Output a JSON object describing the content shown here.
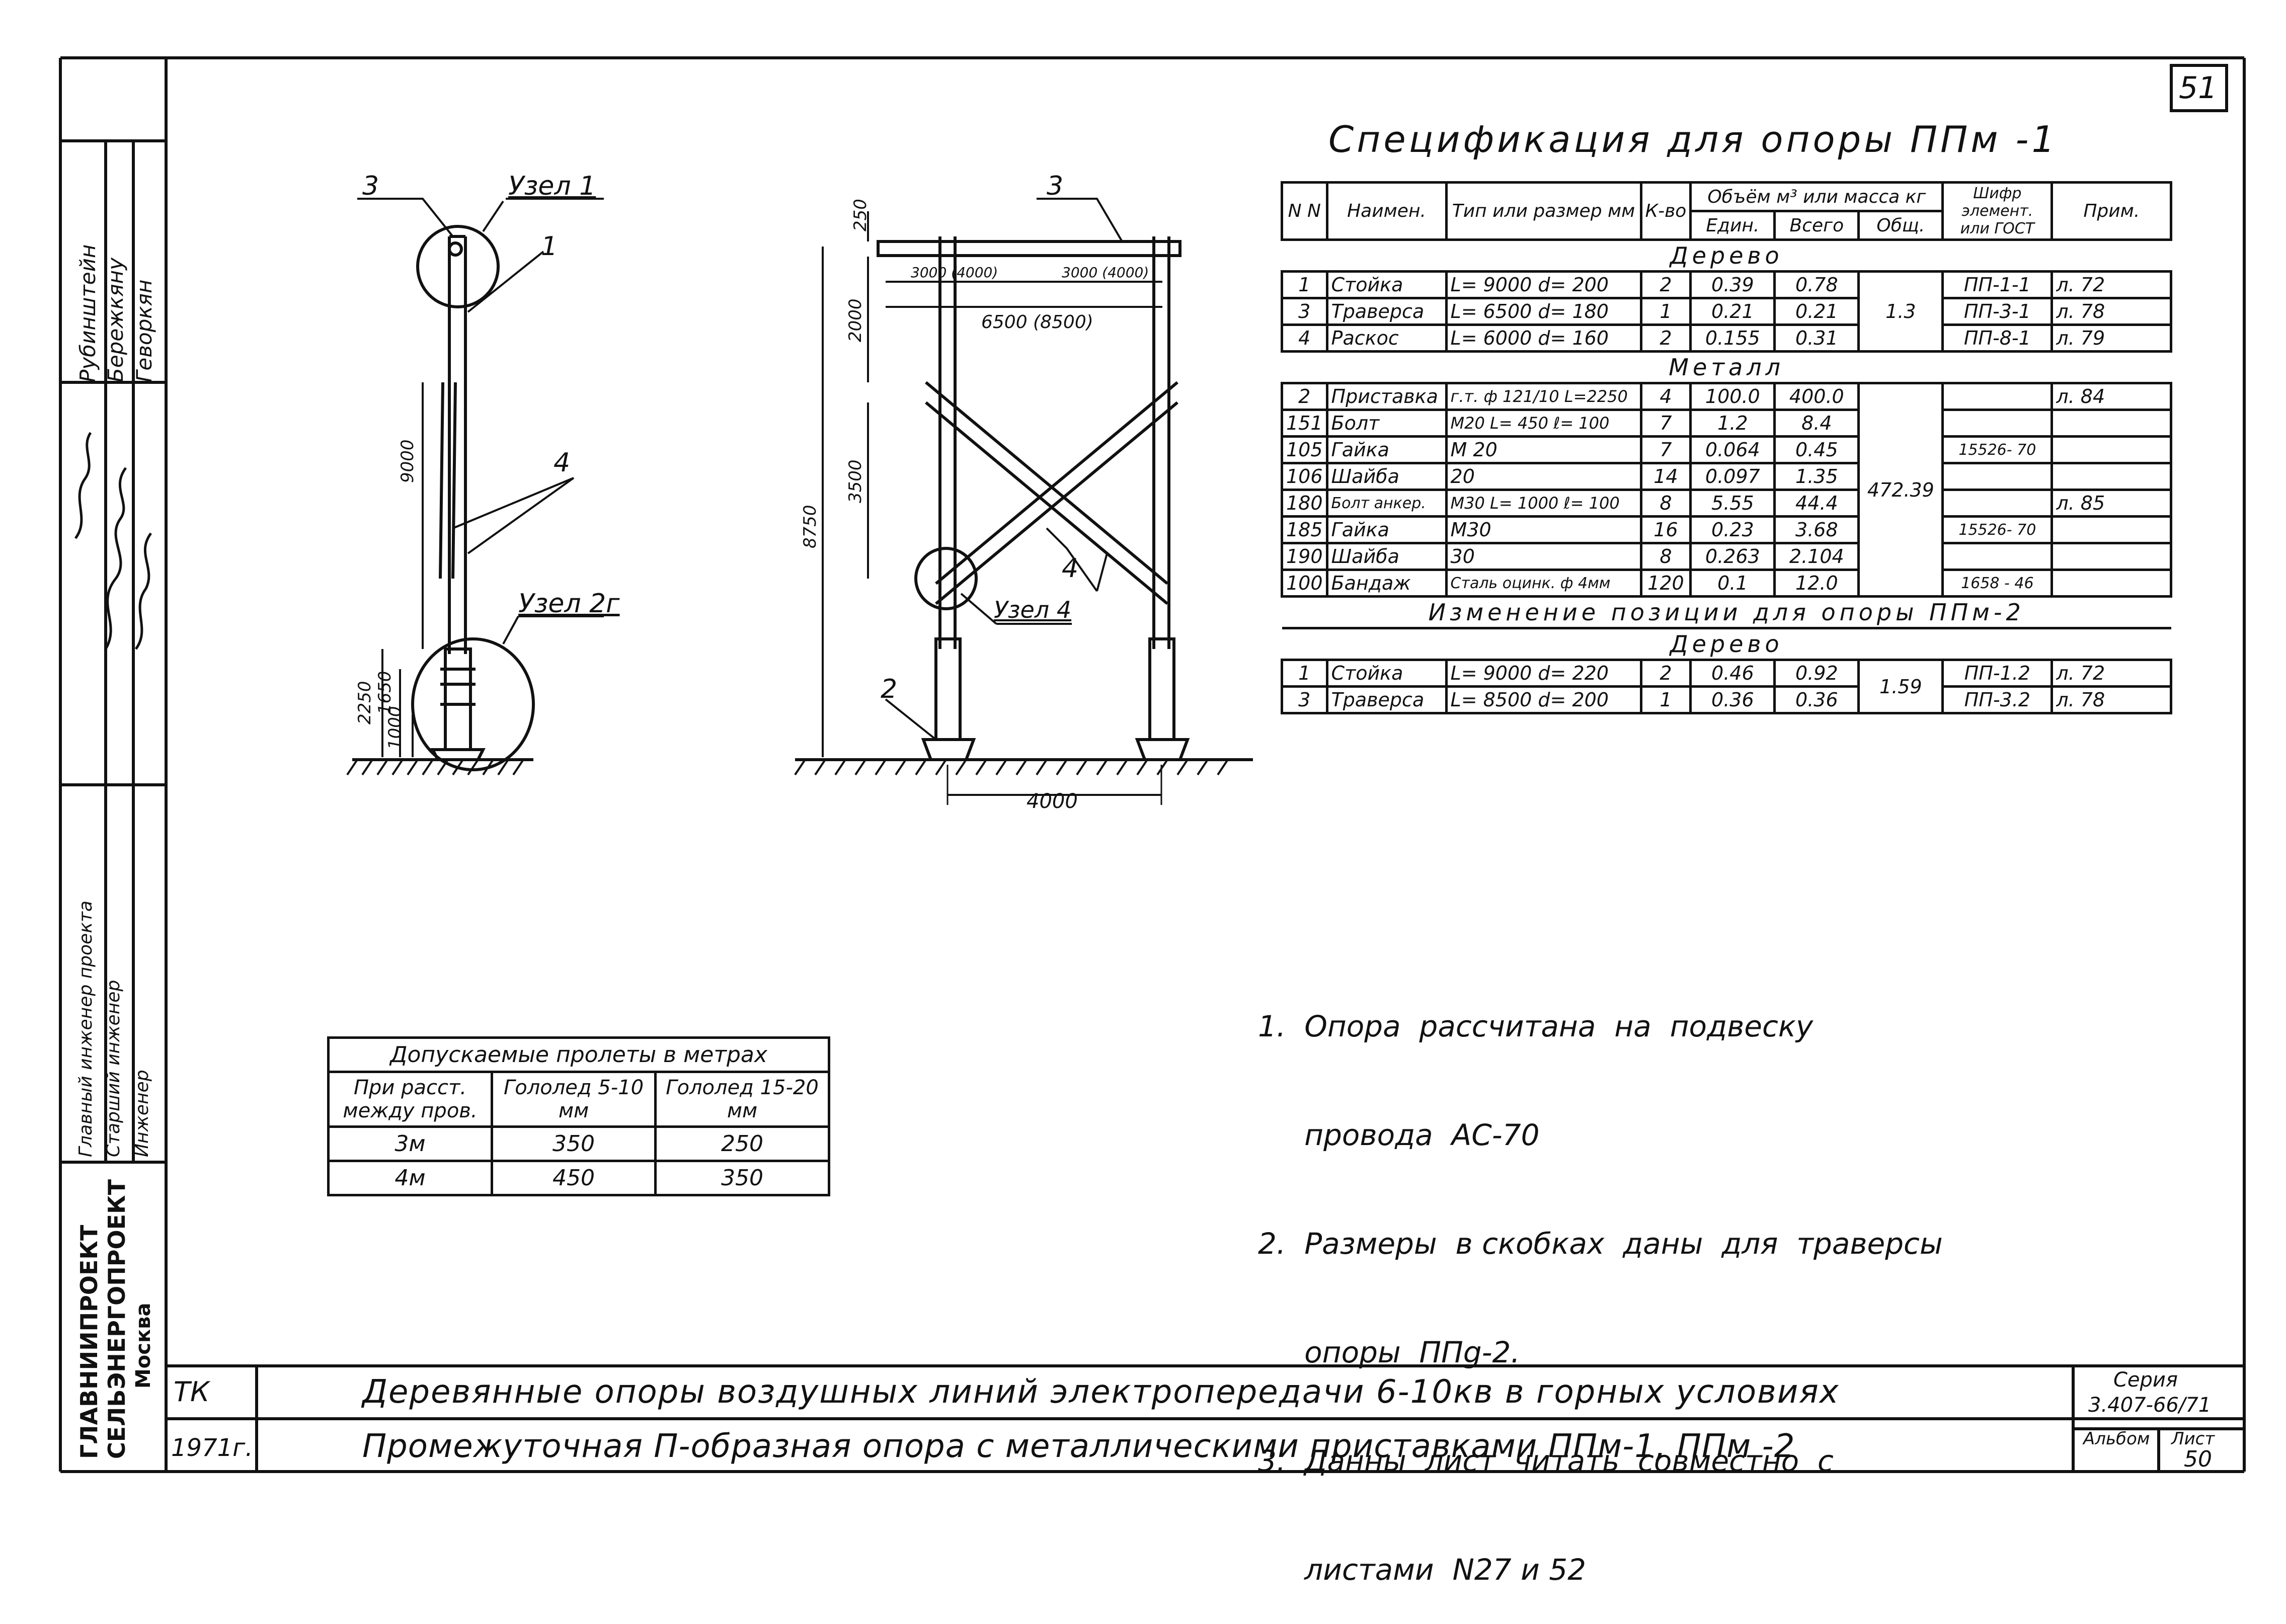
{
  "page_number": "51",
  "spec": {
    "title": "Спецификация  для опоры  ППм -1",
    "headers": {
      "n": "N N",
      "name": "Наимен.",
      "type": "Тип или размер мм",
      "qty": "К-во",
      "vol": "Объём м³ или масса кг",
      "unit": "Един.",
      "total": "Всего",
      "common": "Общ.",
      "code": "Шифр элемент. или ГОСТ",
      "note": "Прим."
    },
    "sections": [
      {
        "title": "Дерево",
        "rows": [
          {
            "n": "1",
            "name": "Стойка",
            "type": "L= 9000  d= 200",
            "qty": "2",
            "unit": "0.39",
            "total": "0.78",
            "code": "ПП-1-1",
            "note": "л. 72"
          },
          {
            "n": "3",
            "name": "Траверса",
            "type": "L= 6500  d= 180",
            "qty": "1",
            "unit": "0.21",
            "total": "0.21",
            "code": "ПП-3-1",
            "note": "л. 78"
          },
          {
            "n": "4",
            "name": "Раскос",
            "type": "L= 6000   d= 160",
            "qty": "2",
            "unit": "0.155",
            "total": "0.31",
            "code": "ПП-8-1",
            "note": "л. 79"
          }
        ],
        "common": "1.3"
      },
      {
        "title": "Металл",
        "rows": [
          {
            "n": "2",
            "name": "Приставка",
            "type": "г.т. ф 121/10 L=2250",
            "qty": "4",
            "unit": "100.0",
            "total": "400.0",
            "code": "",
            "note": "л. 84"
          },
          {
            "n": "151",
            "name": "Болт",
            "type": "М20  L= 450  ℓ= 100",
            "qty": "7",
            "unit": "1.2",
            "total": "8.4",
            "code": "",
            "note": ""
          },
          {
            "n": "105",
            "name": "Гайка",
            "type": "М 20",
            "qty": "7",
            "unit": "0.064",
            "total": "0.45",
            "code": "15526- 70",
            "note": ""
          },
          {
            "n": "106",
            "name": "Шайба",
            "type": "20",
            "qty": "14",
            "unit": "0.097",
            "total": "1.35",
            "code": "",
            "note": ""
          },
          {
            "n": "180",
            "name": "Болт анкер.",
            "type": "М30 L= 1000  ℓ= 100",
            "qty": "8",
            "unit": "5.55",
            "total": "44.4",
            "code": "",
            "note": "л. 85"
          },
          {
            "n": "185",
            "name": "Гайка",
            "type": "М30",
            "qty": "16",
            "unit": "0.23",
            "total": "3.68",
            "code": "15526- 70",
            "note": ""
          },
          {
            "n": "190",
            "name": "Шайба",
            "type": "30",
            "qty": "8",
            "unit": "0.263",
            "total": "2.104",
            "code": "",
            "note": ""
          },
          {
            "n": "100",
            "name": "Бандаж",
            "type": "Сталь оцинк. ф 4мм",
            "qty": "120",
            "unit": "0.1",
            "total": "12.0",
            "code": "1658 - 46",
            "note": ""
          }
        ],
        "common": "472.39"
      }
    ],
    "change_title": "Изменение   позиции   для   опоры   ППм-2",
    "change_section": {
      "title": "Дерево",
      "rows": [
        {
          "n": "1",
          "name": "Стойка",
          "type": "L= 9000   d= 220",
          "qty": "2",
          "unit": "0.46",
          "total": "0.92",
          "code": "ПП-1.2",
          "note": "л. 72"
        },
        {
          "n": "3",
          "name": "Траверса",
          "type": "L= 8500   d= 200",
          "qty": "1",
          "unit": "0.36",
          "total": "0.36",
          "code": "ПП-3.2",
          "note": "л. 78"
        }
      ],
      "common": "1.59"
    }
  },
  "notes": [
    "1.  Опора  рассчитана  на  подвеску",
    "     провода  АС-70",
    "2.  Размеры  в скобках  даны  для  траверсы",
    "     опоры  ППg-2.",
    "3.  Данны  лист  читать  совместно  с",
    "     листами  N27 и 52"
  ],
  "spans": {
    "title": "Допускаемые пролеты в метрах",
    "col1": "При расст. между пров.",
    "col2": "Гололед 5-10 мм",
    "col3": "Гололед 15-20 мм",
    "rows": [
      {
        "dist": "3м",
        "a": "350",
        "b": "250"
      },
      {
        "dist": "4м",
        "a": "450",
        "b": "350"
      }
    ]
  },
  "drawing_left": {
    "uzel1": "Узел 1",
    "uzel2": "Узел 2г",
    "label3": "3",
    "label1": "1",
    "label4": "4",
    "dim_9000": "9000",
    "dim_2250": "2250",
    "dim_1650": "1650",
    "dim_1000": "1000"
  },
  "drawing_right": {
    "label3": "3",
    "label4": "4",
    "label2": "2",
    "uzel4": "Узел 4",
    "dim_250": "250",
    "dim_2000": "2000",
    "dim_3500": "3500",
    "dim_8750": "8750",
    "dim_3000a": "3000 (4000)",
    "dim_3000b": "3000 (4000)",
    "dim_6500": "6500   (8500)",
    "dim_4000": "4000"
  },
  "stamp": {
    "roles": [
      "Главный инженер проекта",
      "Старший инженер",
      "Инженер"
    ],
    "names": [
      "Рубинштейн",
      "Бережкяну",
      "Геворкян"
    ],
    "org1": "ГЛАВНИИПРОЕКТ",
    "org2": "СЕЛЬЭНЕРГОПРОЕКТ",
    "city": "Москва",
    "tk": "ТК",
    "year": "1971г.",
    "title1": "Деревянные  опоры  воздушных  линий  электропередачи 6-10кв  в  горных  условиях",
    "title2": "Промежуточная   П-образная   опора с металлическими   приставками ППм-1, ППм -2",
    "series_label": "Серия",
    "series": "3.407-66/71",
    "album": "Альбом",
    "sheet_label": "Лист",
    "sheet": "50"
  }
}
